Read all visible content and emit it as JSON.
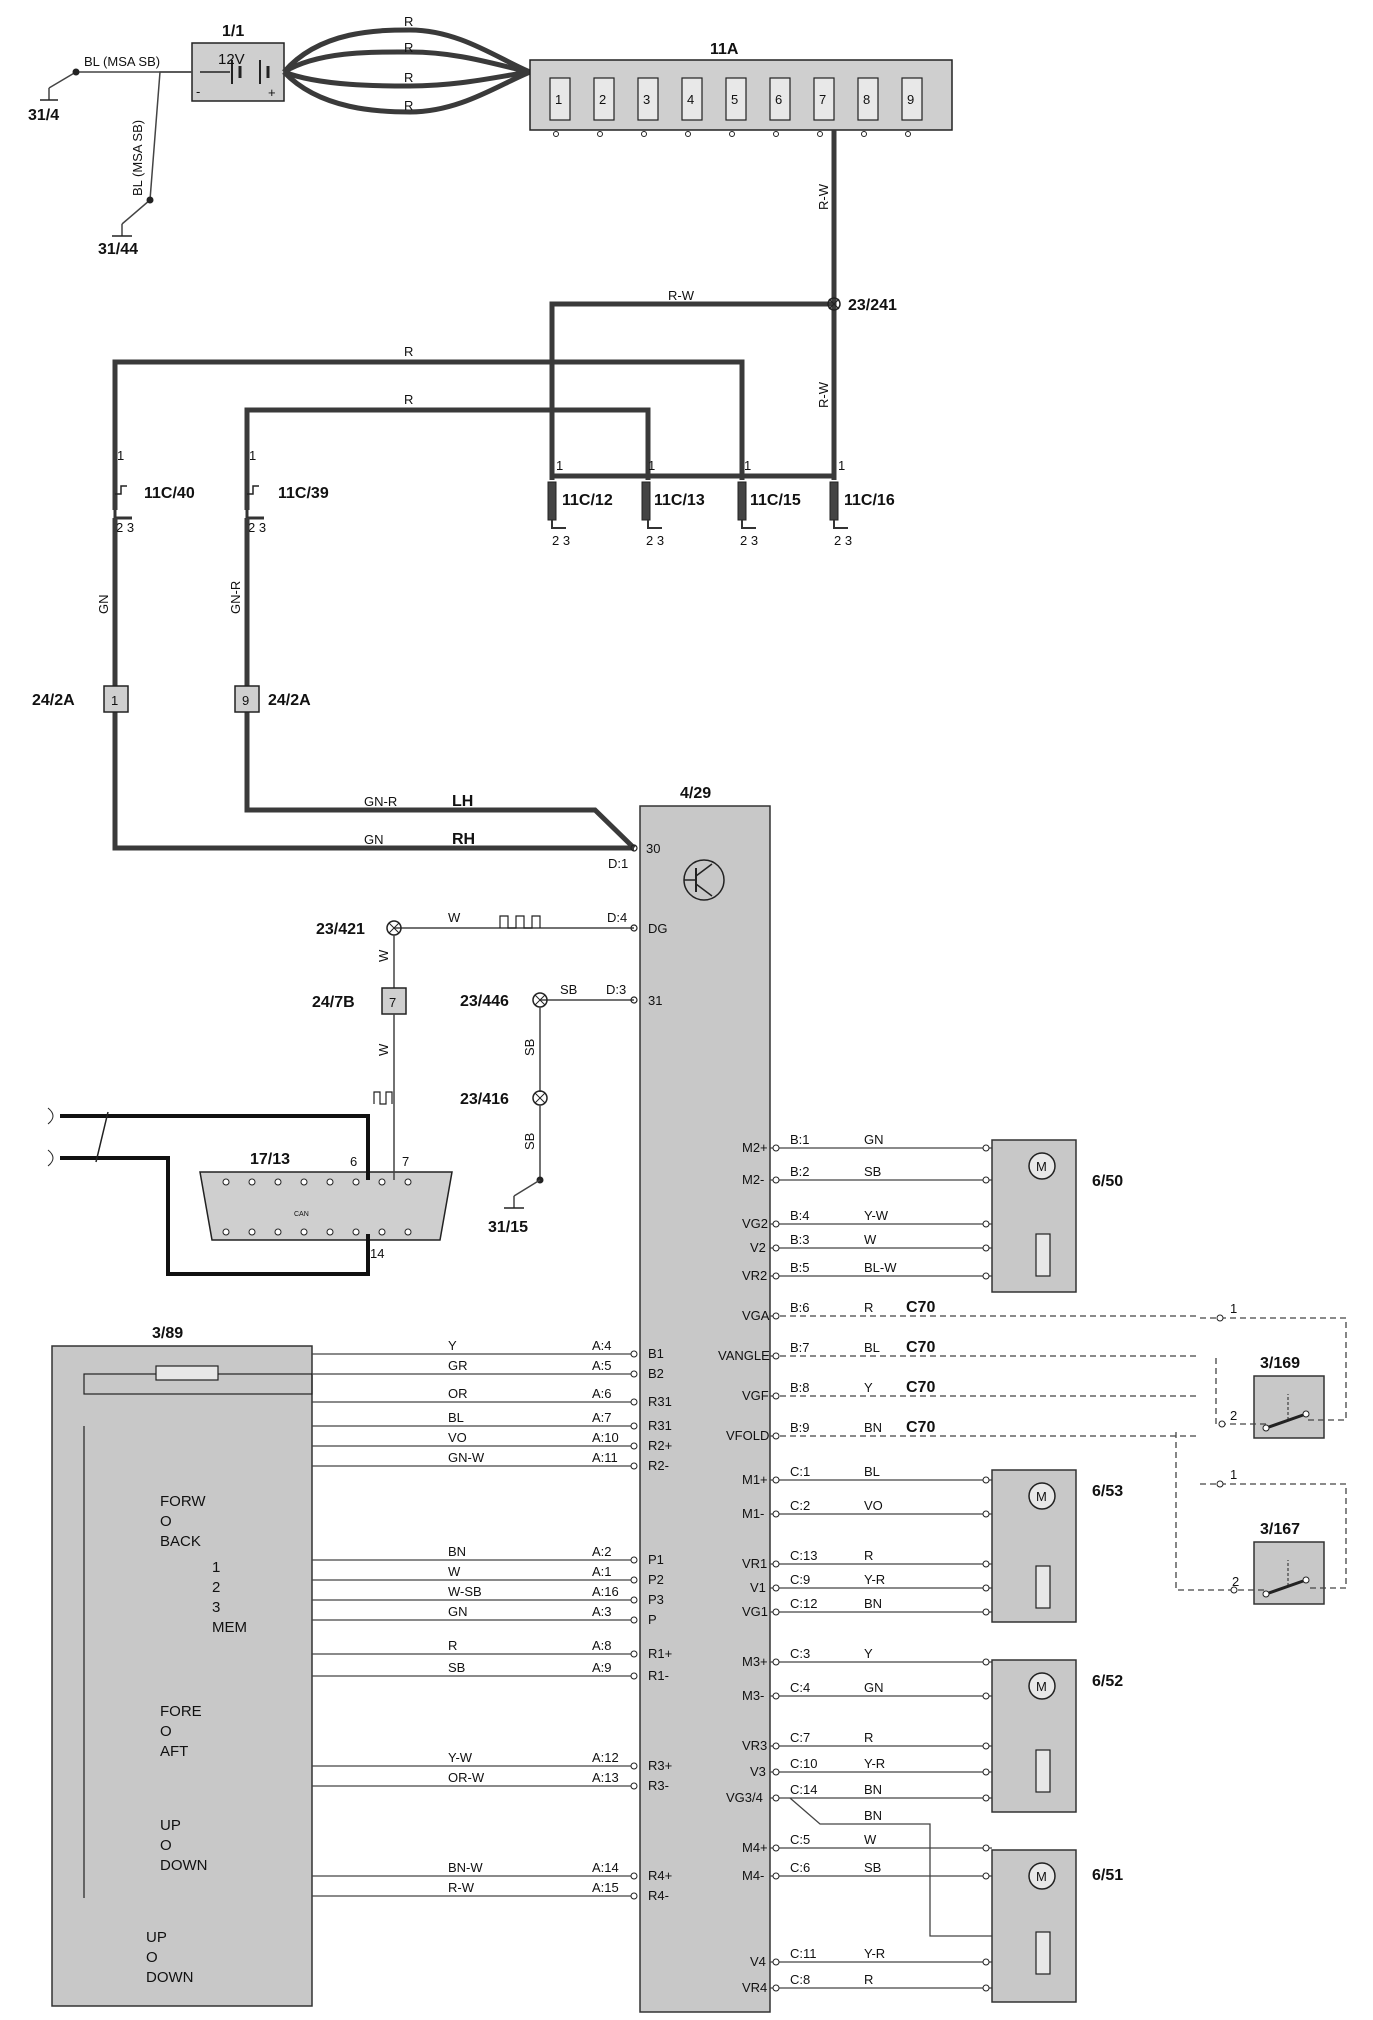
{
  "labels": {
    "battery": "1/1",
    "battery_voltage": "12V",
    "fusebox": "11A",
    "ground_31_4": "31/4",
    "ground_31_44": "31/44",
    "ground_31_15": "31/15",
    "splice_23_241": "23/241",
    "fuse_11c40": "11C/40",
    "fuse_11c39": "11C/39",
    "fuse_11c12": "11C/12",
    "fuse_11c13": "11C/13",
    "fuse_11c15": "11C/15",
    "fuse_11c16": "11C/16",
    "conn_24_2a_l": "24/2A",
    "conn_24_2a_r": "24/2A",
    "conn_24_2a_pin1": "1",
    "conn_24_2a_pin9": "9",
    "module": "4/29",
    "splice_23_421": "23/421",
    "splice_23_446": "23/446",
    "splice_23_416": "23/416",
    "conn_24_7b": "24/7B",
    "conn_24_7b_pin": "7",
    "dlc": "17/13",
    "switch_3_89": "3/89",
    "motor_6_50": "6/50",
    "motor_6_53": "6/53",
    "motor_6_52": "6/52",
    "motor_6_51": "6/51",
    "mirror_3_169": "3/169",
    "mirror_3_167": "3/167",
    "lh": "LH",
    "rh": "RH",
    "m_symbol": "M",
    "can": "CAN"
  },
  "fuse_numbers": [
    "1",
    "2",
    "3",
    "4",
    "5",
    "6",
    "7",
    "8",
    "9"
  ],
  "wire_colors": {
    "batt_ground": "BL (MSA SB)",
    "batt_ground2": "BL (MSA SB)",
    "batt_feed": "R",
    "fuse7_out": "R-W",
    "splice_to_11c12": "R-W",
    "feed_11c15": "R",
    "feed_11c13": "R",
    "splice_to_11c16": "R-W",
    "fuse40_out": "GN",
    "fuse39_out": "GN-R",
    "lh_wire": "GN-R",
    "rh_wire": "GN",
    "diag_wire": "W",
    "diag_wire_v": "W",
    "diag_wire_v2": "W",
    "ground_wire": "SB",
    "ground_wire_v": "SB",
    "ground_wire_v2": "SB"
  },
  "module_pins_left": [
    {
      "pin": "30",
      "conn": "D:1"
    },
    {
      "pin": "DG",
      "conn": "D:4"
    },
    {
      "pin": "31",
      "conn": "D:3"
    }
  ],
  "switch_pins": [
    {
      "pin": "B1",
      "conn": "A:4",
      "wire": "Y"
    },
    {
      "pin": "B2",
      "conn": "A:5",
      "wire": "GR"
    },
    {
      "pin": "R31",
      "conn": "A:6",
      "wire": "OR"
    },
    {
      "pin": "R31",
      "conn": "A:7",
      "wire": "BL"
    },
    {
      "pin": "R2+",
      "conn": "A:10",
      "wire": "VO"
    },
    {
      "pin": "R2-",
      "conn": "A:11",
      "wire": "GN-W"
    },
    {
      "pin": "P1",
      "conn": "A:2",
      "wire": "BN"
    },
    {
      "pin": "P2",
      "conn": "A:1",
      "wire": "W"
    },
    {
      "pin": "P3",
      "conn": "A:16",
      "wire": "W-SB"
    },
    {
      "pin": "P",
      "conn": "A:3",
      "wire": "GN"
    },
    {
      "pin": "R1+",
      "conn": "A:8",
      "wire": "R"
    },
    {
      "pin": "R1-",
      "conn": "A:9",
      "wire": "SB"
    },
    {
      "pin": "R3+",
      "conn": "A:12",
      "wire": "Y-W"
    },
    {
      "pin": "R3-",
      "conn": "A:13",
      "wire": "OR-W"
    },
    {
      "pin": "R4+",
      "conn": "A:14",
      "wire": "BN-W"
    },
    {
      "pin": "R4-",
      "conn": "A:15",
      "wire": "R-W"
    }
  ],
  "motor_pins": [
    {
      "pin": "M2+",
      "conn": "B:1",
      "wire": "GN"
    },
    {
      "pin": "M2-",
      "conn": "B:2",
      "wire": "SB"
    },
    {
      "pin": "VG2",
      "conn": "B:4",
      "wire": "Y-W"
    },
    {
      "pin": "V2",
      "conn": "B:3",
      "wire": "W"
    },
    {
      "pin": "VR2",
      "conn": "B:5",
      "wire": "BL-W"
    },
    {
      "pin": "VGA",
      "conn": "B:6",
      "wire": "R",
      "note": "C70"
    },
    {
      "pin": "VANGLE",
      "conn": "B:7",
      "wire": "BL",
      "note": "C70"
    },
    {
      "pin": "VGF",
      "conn": "B:8",
      "wire": "Y",
      "note": "C70"
    },
    {
      "pin": "VFOLD",
      "conn": "B:9",
      "wire": "BN",
      "note": "C70"
    },
    {
      "pin": "M1+",
      "conn": "C:1",
      "wire": "BL"
    },
    {
      "pin": "M1-",
      "conn": "C:2",
      "wire": "VO"
    },
    {
      "pin": "VR1",
      "conn": "C:13",
      "wire": "R"
    },
    {
      "pin": "V1",
      "conn": "C:9",
      "wire": "Y-R"
    },
    {
      "pin": "VG1",
      "conn": "C:12",
      "wire": "BN"
    },
    {
      "pin": "M3+",
      "conn": "C:3",
      "wire": "Y"
    },
    {
      "pin": "M3-",
      "conn": "C:4",
      "wire": "GN"
    },
    {
      "pin": "VR3",
      "conn": "C:7",
      "wire": "R"
    },
    {
      "pin": "V3",
      "conn": "C:10",
      "wire": "Y-R"
    },
    {
      "pin": "VG3/4",
      "conn": "C:14",
      "wire": "BN"
    },
    {
      "pin": "M4+",
      "conn": "C:5",
      "wire": "W"
    },
    {
      "pin": "M4-",
      "conn": "C:6",
      "wire": "SB"
    },
    {
      "pin": "V4",
      "conn": "C:11",
      "wire": "Y-R"
    },
    {
      "pin": "VR4",
      "conn": "C:8",
      "wire": "R"
    }
  ],
  "vg34_branch_wire": "BN",
  "switch_labels": {
    "forw": "FORW",
    "o1": "O",
    "back": "BACK",
    "mem1": "1",
    "mem2": "2",
    "mem3": "3",
    "mem": "MEM",
    "fore": "FORE",
    "o2": "O",
    "aft": "AFT",
    "up1": "UP",
    "o3": "O",
    "down1": "DOWN",
    "up2": "UP",
    "o4": "O",
    "down2": "DOWN"
  },
  "small_pins": {
    "p1": "1",
    "p2": "2",
    "p3": "3",
    "dlc_6": "6",
    "dlc_7": "7",
    "dlc_14": "14",
    "mirror_pin1a": "1",
    "mirror_pin2a": "2",
    "mirror_pin1b": "1",
    "mirror_pin2b": "2"
  }
}
